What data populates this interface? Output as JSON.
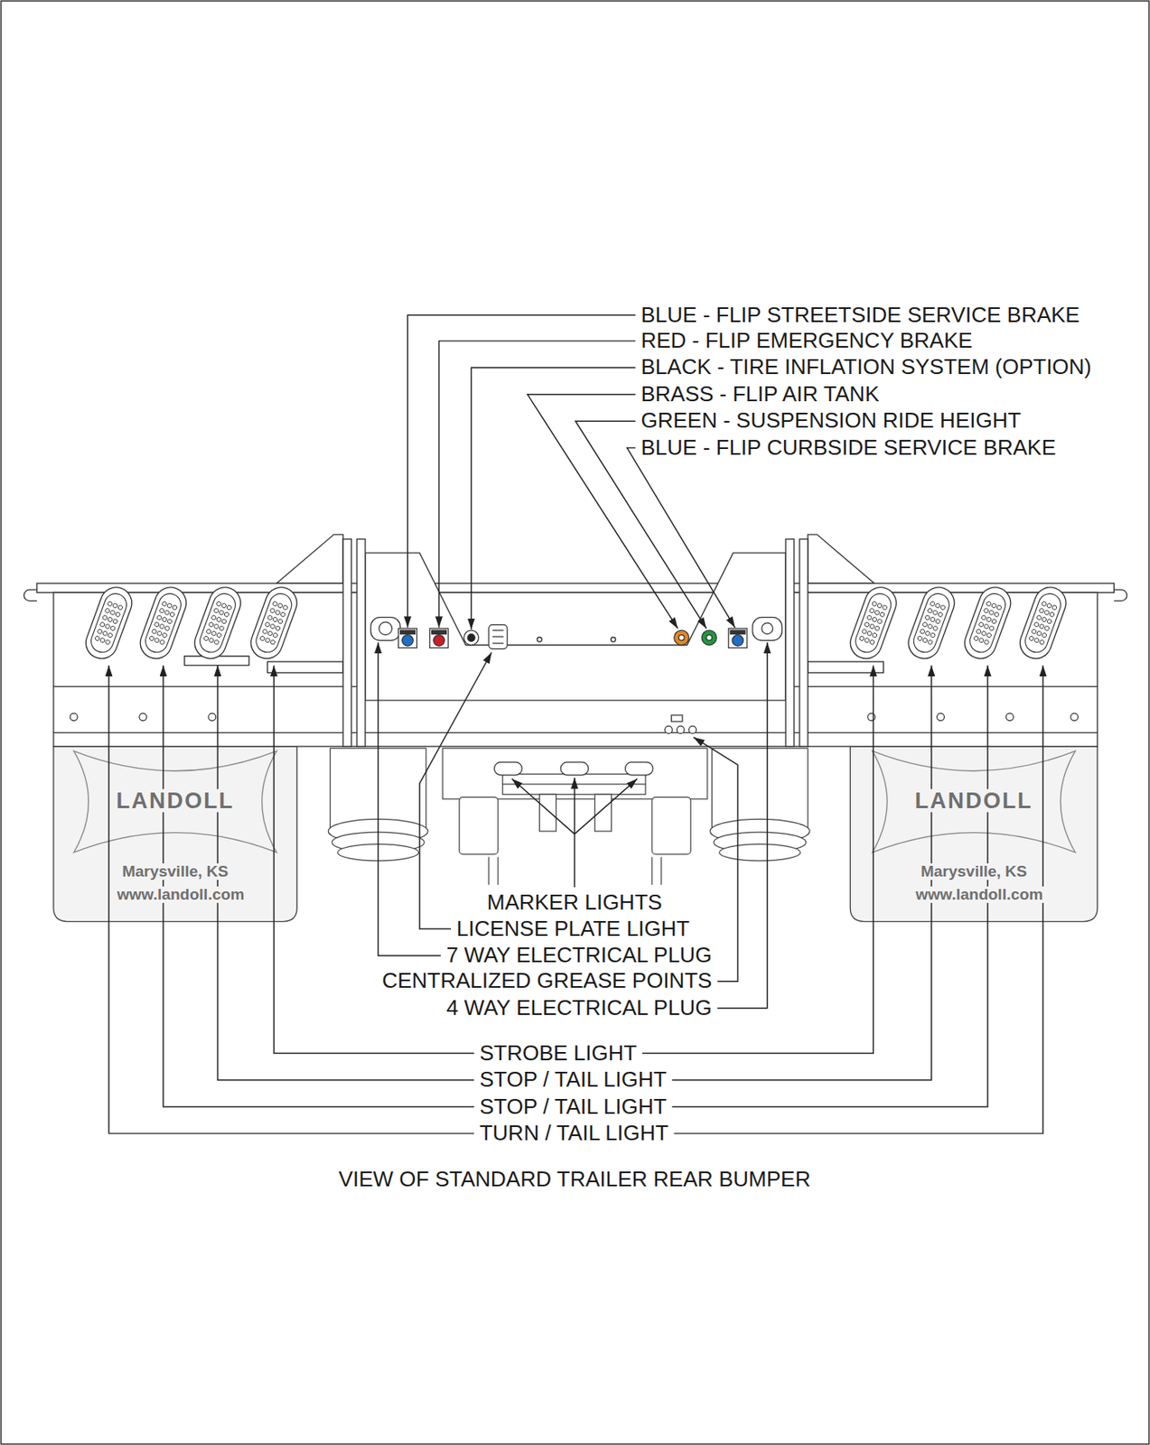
{
  "diagram": {
    "caption": "VIEW OF STANDARD TRAILER REAR BUMPER",
    "labels": [
      "BLUE - FLIP STREETSIDE SERVICE BRAKE",
      "RED - FLIP EMERGENCY BRAKE",
      "BLACK - TIRE INFLATION SYSTEM (OPTION)",
      "BRASS - FLIP AIR TANK",
      "GREEN - SUSPENSION RIDE HEIGHT",
      "BLUE - FLIP CURBSIDE SERVICE BRAKE",
      "LANDOLL",
      "Marysville, KS",
      "www.landoll.com",
      "LANDOLL",
      "Marysville, KS",
      "www.landoll.com",
      "MARKER LIGHTS",
      "LICENSE PLATE LIGHT",
      "7 WAY ELECTRICAL PLUG",
      "CENTRALIZED GREASE POINTS",
      "4 WAY ELECTRICAL PLUG",
      "STROBE LIGHT",
      "STOP / TAIL LIGHT",
      "STOP / TAIL LIGHT",
      "TURN / TAIL LIGHT"
    ]
  }
}
